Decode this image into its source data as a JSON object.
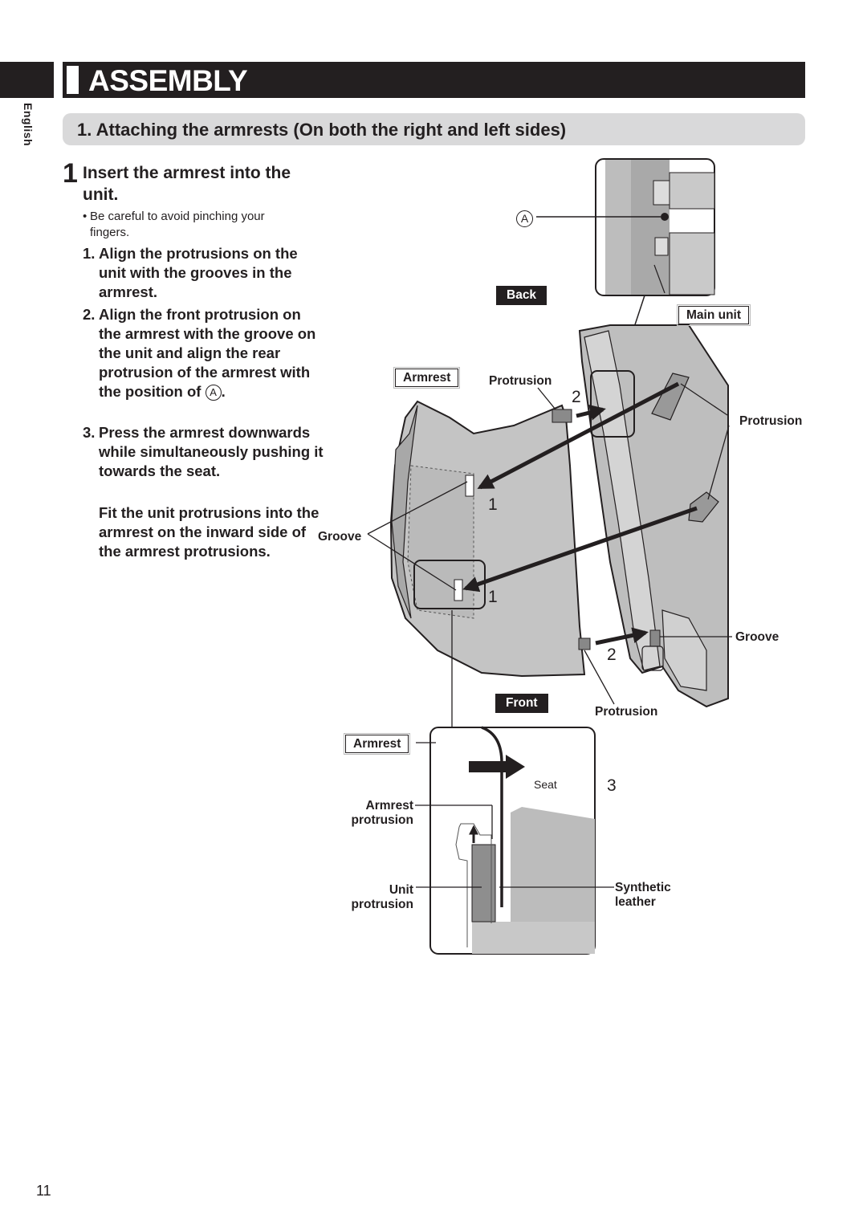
{
  "header": {
    "title": "ASSEMBLY",
    "language": "English"
  },
  "section": {
    "title": "1. Attaching the armrests (On both the right and left sides)"
  },
  "step": {
    "number": "1",
    "title": "Insert the armrest into the unit.",
    "note_bullet": "•",
    "note": "Be careful to avoid pinching your fingers.",
    "items": [
      {
        "num": "1.",
        "text": "Align the protrusions on the unit with the grooves in the armrest."
      },
      {
        "num": "2.",
        "text_before": "Align the front protrusion on the armrest with the groove on the unit and align the rear protrusion of the armrest with the position of",
        "symbol": "A",
        "text_after": "."
      },
      {
        "num": "3.",
        "text": "Press the armrest downwards while simultaneously pushing it towards the seat."
      }
    ],
    "fit_text": "Fit the unit protrusions into the armrest on the inward side of the armrest protrusions."
  },
  "figure": {
    "symbol_a": "A",
    "back": "Back",
    "front": "Front",
    "main_unit": "Main unit",
    "armrest": "Armrest",
    "protrusion": "Protrusion",
    "groove": "Groove",
    "seat": "Seat",
    "armrest_protrusion": "Armrest protrusion",
    "unit_protrusion": "Unit protrusion",
    "synthetic_leather": "Synthetic leather",
    "step_marks": [
      "1",
      "2",
      "3"
    ]
  },
  "page_number": "11",
  "colors": {
    "dark": "#231f20",
    "panel_gray": "#d9d9da",
    "part_gray": "#c4c4c4",
    "dark_gray": "#8c8c8c"
  }
}
